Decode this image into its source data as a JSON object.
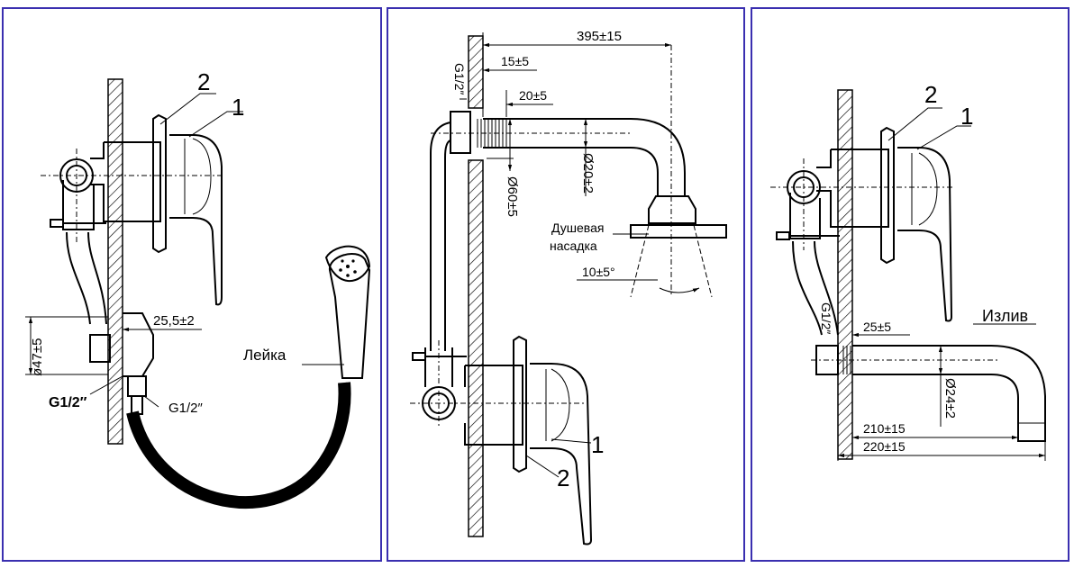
{
  "frame_color": "#3a2fb0",
  "panels": [
    {
      "id": "hand-shower",
      "labels": {
        "part1": "1",
        "part2": "2",
        "dim_width": "25,5±2",
        "dim_diameter": "ø47±5",
        "thread_bold": "G1/2″",
        "thread_hose": "G1/2″",
        "leika": "Лейка"
      }
    },
    {
      "id": "overhead-shower",
      "labels": {
        "dim_395": "395±15",
        "dim_15": "15±5",
        "dim_20": "20±5",
        "thread": "G1/2″",
        "dia_60": "Ø60±5",
        "dia_20": "Ø20±2",
        "shower_head_line1": "Душевая",
        "shower_head_line2": "насадка",
        "angle": "10±5°",
        "part1": "1",
        "part2": "2"
      }
    },
    {
      "id": "spout",
      "labels": {
        "part1": "1",
        "part2": "2",
        "thread": "G1/2″",
        "dim_25": "25±5",
        "spout": "Излив",
        "dia_24": "Ø24±2",
        "dim_210": "210±15",
        "dim_220": "220±15"
      }
    }
  ]
}
